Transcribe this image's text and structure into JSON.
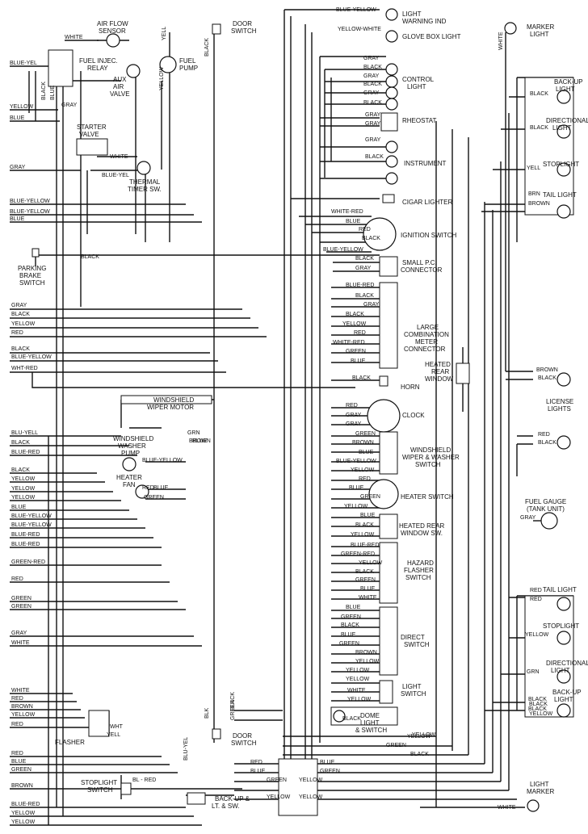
{
  "components": [
    {
      "id": "air-flow-sensor",
      "label": "AIR FLOW\nSENSOR"
    },
    {
      "id": "fuel-injec-relay",
      "label": "FUEL INJEC.\nRELAY"
    },
    {
      "id": "aux-air-valve",
      "label": "AUX\nAIR\nVALVE"
    },
    {
      "id": "fuel-pump",
      "label": "FUEL\nPUMP"
    },
    {
      "id": "starter-valve",
      "label": "STARTER\nVALVE"
    },
    {
      "id": "thermal-timer-sw",
      "label": "THERMAL\nTIMER SW."
    },
    {
      "id": "parking-brake-switch",
      "label": "PARKING\nBRAKE\nSWITCH"
    },
    {
      "id": "door-switch-top",
      "label": "DOOR\nSWITCH"
    },
    {
      "id": "light-warning-ind",
      "label": "LIGHT\nWARNING IND"
    },
    {
      "id": "glove-box-light",
      "label": "GLOVE BOX LIGHT"
    },
    {
      "id": "control-light",
      "label": "CONTROL\nLIGHT"
    },
    {
      "id": "rheostat",
      "label": "RHEOSTAT"
    },
    {
      "id": "instrument",
      "label": "INSTRUMENT"
    },
    {
      "id": "cigar-lighter",
      "label": "CIGAR LIGHTER"
    },
    {
      "id": "ignition-switch",
      "label": "IGNITION SWITCH"
    },
    {
      "id": "small-pc-connector",
      "label": "SMALL P.C.\nCONNECTOR"
    },
    {
      "id": "large-combination-meter-connector",
      "label": "LARGE\nCOMBINATION\nMETER\nCONNECTOR"
    },
    {
      "id": "horn",
      "label": "HORN"
    },
    {
      "id": "clock",
      "label": "CLOCK"
    },
    {
      "id": "windshield-wiper-washer-switch",
      "label": "WINDSHIELD\nWIPER & WASHER\nSWITCH"
    },
    {
      "id": "heater-switch",
      "label": "HEATER SWITCH"
    },
    {
      "id": "heated-rear-window-sw",
      "label": "HEATED REAR\nWINDOW SW."
    },
    {
      "id": "hazard-flasher-switch",
      "label": "HAZARD\nFLASHER\nSWITCH"
    },
    {
      "id": "direct-switch",
      "label": "DIRECT\nSWITCH"
    },
    {
      "id": "light-switch",
      "label": "LIGHT\nSWITCH"
    },
    {
      "id": "dome-light-switch",
      "label": "DOME\nLIGHT\n& SWITCH"
    },
    {
      "id": "windshield-wiper-motor",
      "label": "WINDSHIELD\nWIPER MOTOR"
    },
    {
      "id": "windshield-washer-pump",
      "label": "WINDSHIELD\nWASHER\nPUMP"
    },
    {
      "id": "heater-fan",
      "label": "HEATER\nFAN"
    },
    {
      "id": "flasher",
      "label": "FLASHER"
    },
    {
      "id": "stoplight-switch",
      "label": "STOPLIGHT\nSWITCH"
    },
    {
      "id": "door-switch-bottom",
      "label": "DOOR\nSWITCH"
    },
    {
      "id": "backup-lt-sw",
      "label": "BACK-UP &\nLT. & SW."
    },
    {
      "id": "heated-rear-window",
      "label": "HEATED\nREAR\nWINDOW"
    },
    {
      "id": "marker-light-top",
      "label": "MARKER\nLIGHT"
    },
    {
      "id": "backup-light-top",
      "label": "BACK-UP\nLIGHT"
    },
    {
      "id": "directional-light-top",
      "label": "DIRECTIONAL\nLIGHT"
    },
    {
      "id": "stoplight-top",
      "label": "STOPLIGHT"
    },
    {
      "id": "tail-light-top",
      "label": "TAIL LIGHT"
    },
    {
      "id": "license-lights",
      "label": "LICENSE\nLIGHTS"
    },
    {
      "id": "fuel-gauge",
      "label": "FUEL GAUGE\n(TANK UNIT)"
    },
    {
      "id": "tail-light-bottom",
      "label": "TAIL LIGHT"
    },
    {
      "id": "stoplight-bottom",
      "label": "STOPLIGHT"
    },
    {
      "id": "directional-light-bottom",
      "label": "DIRECTIONAL\nLIGHT"
    },
    {
      "id": "backup-light-bottom",
      "label": "BACK-UP\nLIGHT"
    },
    {
      "id": "light-marker-bottom",
      "label": "LIGHT\nMARKER"
    }
  ],
  "wire_labels": {
    "left": [
      "BLUE-YEL",
      "YELLOW",
      "BLUE",
      "GRAY",
      "BLUE-YELLOW",
      "BLUE-YELLOW",
      "BLUE",
      "GRAY",
      "BLACK",
      "YELLOW",
      "RED",
      "BLACK",
      "BLUE-YELLOW",
      "WHT-RED",
      "BLU-YELL",
      "BLACK",
      "BLUE-RED",
      "BLACK",
      "YELLOW",
      "YELLOW",
      "YELLOW",
      "BLUE",
      "BLUE-YELLOW",
      "BLUE-YELLOW",
      "BLUE-RED",
      "BLUE-RED",
      "GREEN-RED",
      "RED",
      "GREEN",
      "GREEN",
      "GRAY",
      "WHITE",
      "WHITE",
      "RED",
      "BROWN",
      "YELLOW",
      "RED",
      "RED",
      "BLUE",
      "GREEN",
      "BROWN",
      "BLUE-RED",
      "YELLOW",
      "YELLOW"
    ],
    "center": [
      "BLUE-YELLOW",
      "YELLOW-WHITE",
      "GRAY",
      "BLACK",
      "GRAY",
      "BLACK",
      "GRAY",
      "BLACK",
      "GRAY",
      "GRAY",
      "GRAY",
      "BLACK",
      "WHITE-RED",
      "BLUE",
      "RED",
      "BLACK",
      "BLUE-YELLOW",
      "BLACK",
      "GRAY",
      "BLUE-RED",
      "BLACK",
      "GRAY",
      "BLACK",
      "YELLOW",
      "RED",
      "WHITE-RED",
      "GREEN",
      "BLUE",
      "BLACK",
      "RED",
      "GRAY",
      "GRAY",
      "GREEN",
      "BROWN",
      "BLUE",
      "BLUE-YELLOW",
      "YELLOW",
      "RED",
      "BLUE",
      "GREEN",
      "YELLOW",
      "BLUE",
      "BLACK",
      "YELLOW",
      "BLUE-RED",
      "GREEN-RED",
      "YELLOW",
      "BLACK",
      "GREEN",
      "BLUE",
      "WHITE",
      "BLUE",
      "GREEN",
      "BLACK",
      "BLUE",
      "GREEN",
      "BROWN",
      "YELLOW",
      "YELLOW",
      "YELLOW",
      "WHITE",
      "YELLOW",
      "BLACK",
      "GREEN",
      "YELLOW",
      "GREEN",
      "BLACK",
      "RED",
      "BLUE",
      "BLUE",
      "GREEN",
      "GREEN",
      "YELLOW",
      "YELLOW",
      "YELLOW",
      "YELLOW"
    ],
    "right": [
      "WHITE",
      "BLACK",
      "BLACK",
      "YELL",
      "BRN",
      "BROWN",
      "BROWN",
      "BLACK",
      "RED",
      "BLACK",
      "GRAY",
      "RED",
      "RED",
      "YELLOW",
      "GRN",
      "BLACK",
      "BLACK",
      "WHITE",
      "BLACK",
      "YELLOW"
    ],
    "misc": [
      "WHITE",
      "YELL",
      "GRAY",
      "BLUE",
      "BLACK",
      "WHITE",
      "BLUE-YEL",
      "BLACK",
      "BLACK",
      "YELLOW",
      "GRN",
      "BLUE",
      "BROWN",
      "BLUE-YELLOW",
      "RED",
      "BLUE",
      "GREEN",
      "WHT",
      "YELL",
      "BL - RED",
      "BLU-YEL",
      "BLK",
      "YELLOW",
      "BLACK"
    ]
  }
}
